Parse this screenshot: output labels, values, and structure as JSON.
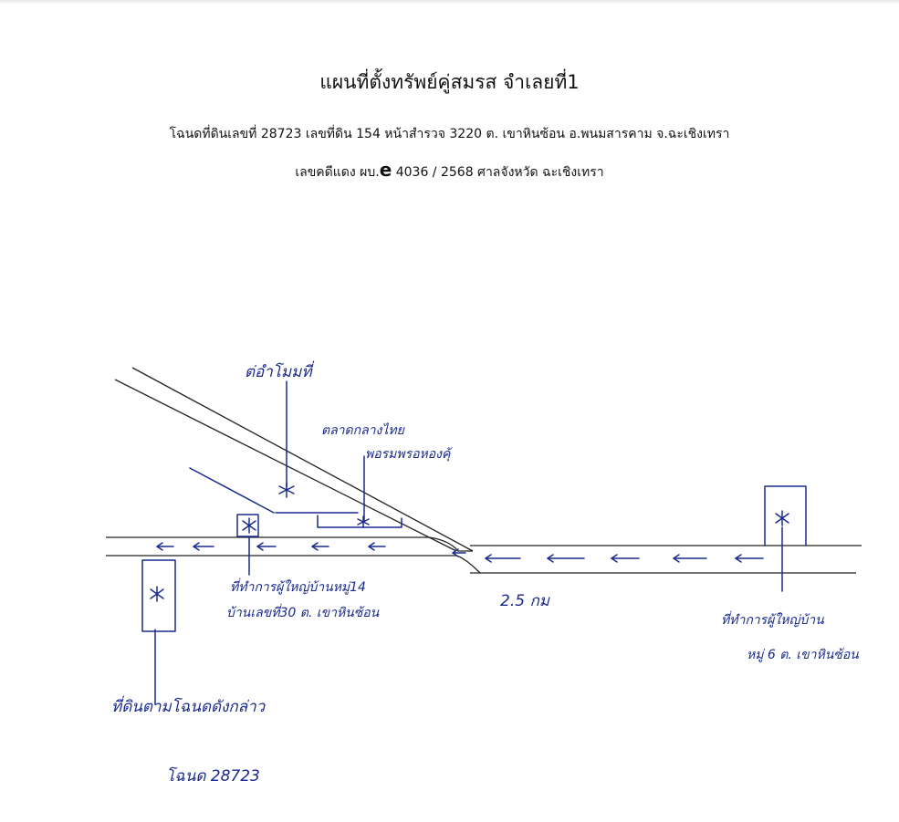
{
  "document": {
    "title": "แผนที่ตั้งทรัพย์คู่สมรส จำเลยที่1",
    "deed_line": "โฉนดที่ดินเลขที่  28723  เลขที่ดิน 154 หน้าสำรวจ 3220 ต. เขาหินซ้อน อ.พนมสารคาม จ.ฉะเชิงเทรา",
    "case_prefix": "เลขคดีแดง ผบ.",
    "case_letter": "e",
    "case_suffix": " 4036 / 2568  ศาลจังหวัด ฉะเชิงเทรา"
  },
  "map_labels": {
    "top_label": "ต่อำโมมที่",
    "market_label_1": "ตลาดกลางไทย",
    "market_label_2": "พอรมพรอหองคุ้",
    "center_office_1": "ที่ทำการผู้ใหญ่บ้านหมู่14",
    "center_office_2": "บ้านเลขที่30 ต. เขาหินซ้อน",
    "distance": "2.5 กม",
    "right_office_1": "ที่ทำการผู้ใหญ่บ้าน",
    "right_office_2": "หมู่ 6 ต. เขาหินซ้อน",
    "property_1": "ที่ดินตามโฉนดดังกล่าว",
    "property_2": "โฉนด 28723"
  },
  "colors": {
    "ink": "#1a2a8c",
    "road": "#222222"
  }
}
